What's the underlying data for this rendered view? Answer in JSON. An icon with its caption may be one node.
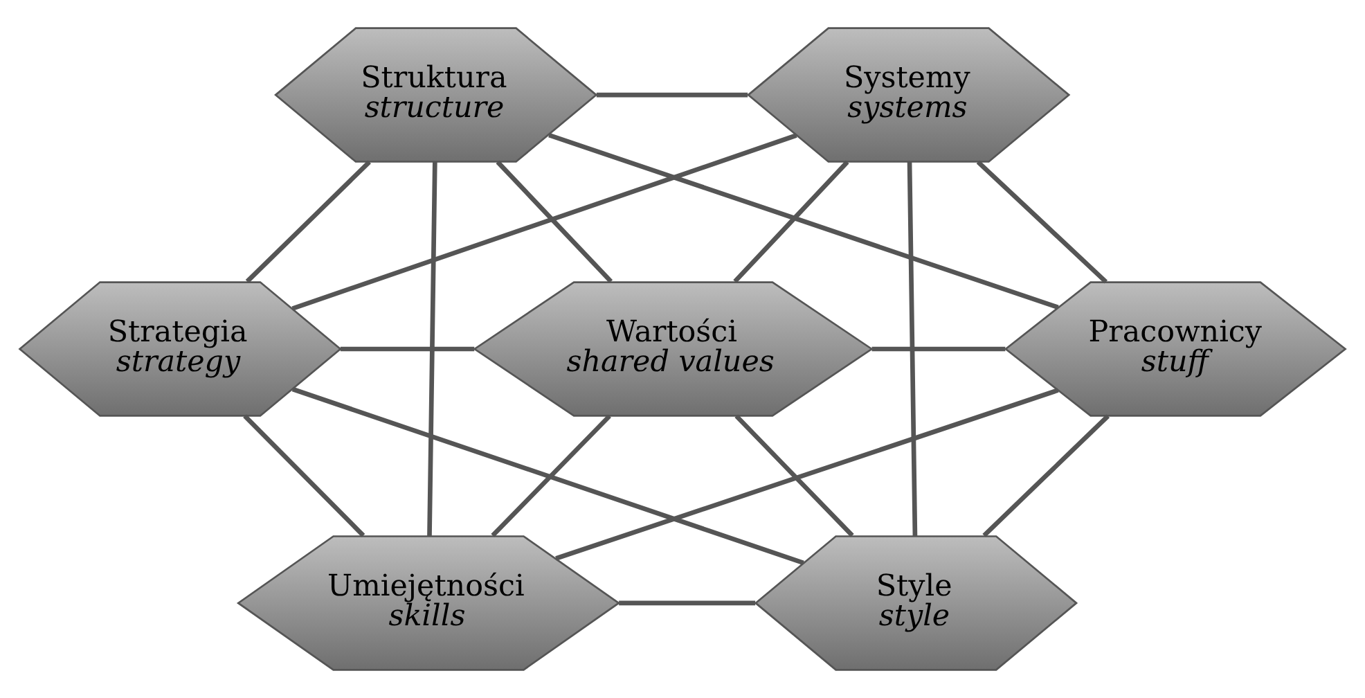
{
  "diagram": {
    "nodes": [
      {
        "text": [
          "Struktura",
          "structure"
        ]
      },
      {
        "text": [
          "Systemy",
          "systems"
        ]
      },
      {
        "text": [
          "Strategia",
          "strategy"
        ]
      },
      {
        "text": [
          "Wartości",
          "shared values"
        ]
      },
      {
        "text": [
          "Pracownicy",
          "stuff"
        ]
      },
      {
        "text": [
          "Umiejętności",
          "skills"
        ]
      },
      {
        "text": [
          "Style",
          "style"
        ]
      }
    ],
    "edges": [
      {
        "from": 0,
        "to": 1,
        "arrow": "none"
      },
      {
        "from": 1,
        "to": 4,
        "arrow": "none"
      },
      {
        "from": 4,
        "to": 6,
        "arrow": "none"
      },
      {
        "from": 5,
        "to": 6,
        "arrow": "none"
      },
      {
        "from": 2,
        "to": 5,
        "arrow": "none"
      },
      {
        "from": 0,
        "to": 2,
        "arrow": "none"
      },
      {
        "from": 0,
        "to": 3,
        "arrow": "none"
      },
      {
        "from": 1,
        "to": 3,
        "arrow": "none"
      },
      {
        "from": 2,
        "to": 3,
        "arrow": "none"
      },
      {
        "from": 3,
        "to": 4,
        "arrow": "none"
      },
      {
        "from": 3,
        "to": 5,
        "arrow": "none"
      },
      {
        "from": 3,
        "to": 6,
        "arrow": "none"
      },
      {
        "from": 0,
        "to": 5,
        "arrow": "none"
      },
      {
        "from": 1,
        "to": 6,
        "arrow": "none"
      },
      {
        "from": 0,
        "to": 4,
        "arrow": "none"
      },
      {
        "from": 1,
        "to": 2,
        "arrow": "none"
      },
      {
        "from": 2,
        "to": 6,
        "arrow": "none"
      },
      {
        "from": 5,
        "to": 4,
        "arrow": "none"
      }
    ]
  }
}
